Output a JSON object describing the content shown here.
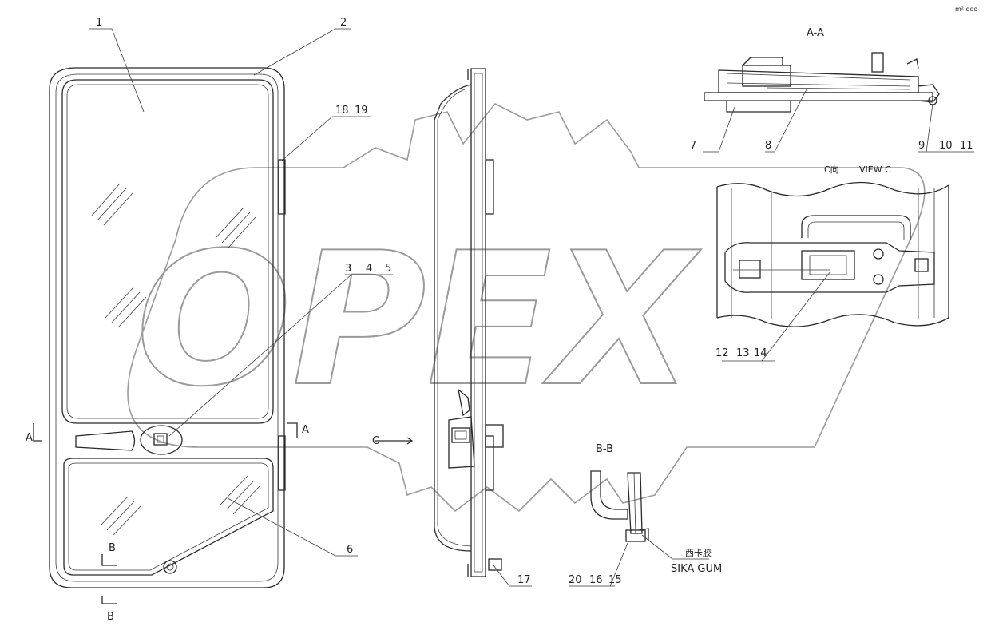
{
  "labels": {
    "p1": "1",
    "p2": "2",
    "p3": "3",
    "p4": "4",
    "p5": "5",
    "p6": "6",
    "p7": "7",
    "p8": "8",
    "p9": "9",
    "p10": "10",
    "p11": "11",
    "p12": "12",
    "p13": "13",
    "p14": "14",
    "p15": "15",
    "p16": "16",
    "p17": "17",
    "p18": "18",
    "p19": "19",
    "p20": "20"
  },
  "sections": {
    "aa_title": "A-A",
    "bb_title": "B-B",
    "view_c_cn": "C向",
    "view_c_en": "VIEW C",
    "a_left": "A",
    "a_right": "A",
    "b_top": "B",
    "b_bottom": "B",
    "c_arrow": "C"
  },
  "notes": {
    "sika_cn": "西卡胶",
    "sika_en": "SIKA GUM",
    "corner_mark": "m² ooo"
  },
  "watermark": "OPEX"
}
